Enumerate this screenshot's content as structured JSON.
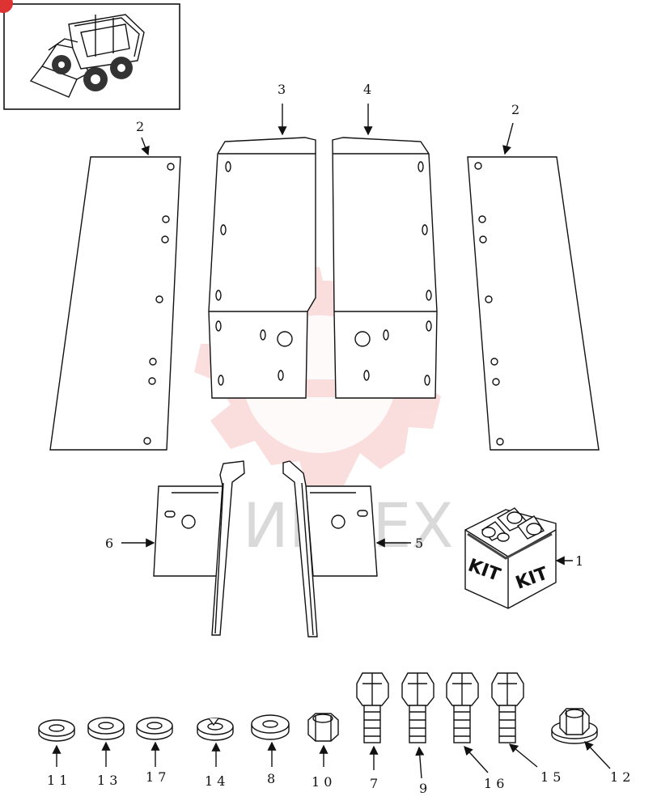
{
  "watermark": {
    "text": "ИНТЕХ",
    "color": "#f7c3c3"
  },
  "callouts": {
    "c1": "1",
    "c2a": "2",
    "c2b": "2",
    "c3": "3",
    "c4": "4",
    "c5": "5",
    "c6": "6",
    "c7": "7",
    "c8": "8",
    "c9": "9",
    "c10": "1 0",
    "c11": "1 1",
    "c12": "1 2",
    "c13": "1 3",
    "c14": "1 4",
    "c15": "1 5",
    "c16": "1 6",
    "c17": "1 7"
  },
  "kit": {
    "label_left": "KIT",
    "label_right": "KIT"
  },
  "icons": {
    "thumbnail": "skid-steer-loader-icon",
    "kit": "hardware-kit-box-icon"
  }
}
